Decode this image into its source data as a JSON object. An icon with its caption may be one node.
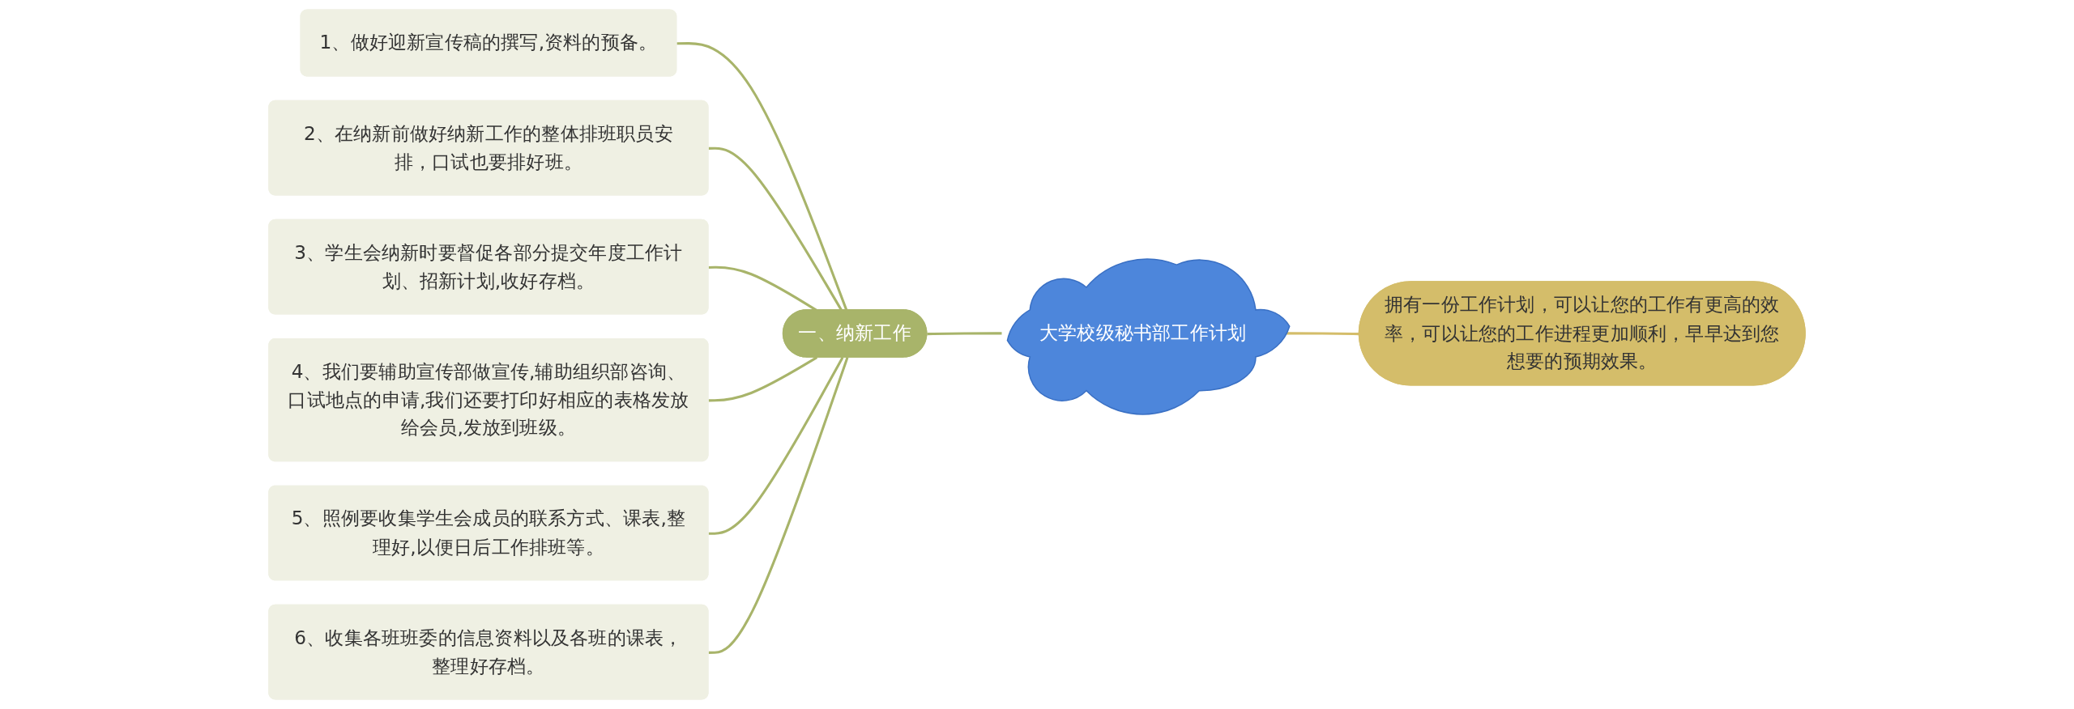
{
  "diagram": {
    "nodes": [
      {
        "text": [
          "大学校级秘书部工作计划"
        ]
      },
      {
        "text": [
          "一、纳新工作"
        ]
      },
      {
        "text": [
          "1、做好迎新宣传稿的撰写,资料的预备。"
        ]
      },
      {
        "text": [
          "2、在纳新前做好纳新工作的整体排班职员安排，口试也要排好班。"
        ]
      },
      {
        "text": [
          "3、学生会纳新时要督促各部分提交年度工作计划、招新计划,收好存档。"
        ]
      },
      {
        "text": [
          "4、我们要辅助宣传部做宣传,辅助组织部咨询、口试地点的申请,我们还要打印好相应的表格发放给会员,发放到班级。"
        ]
      },
      {
        "text": [
          "5、照例要收集学生会成员的联系方式、课表,整理好,以便日后工作排班等。"
        ]
      },
      {
        "text": [
          "6、收集各班班委的信息资料以及各班的课表，整理好存档。"
        ]
      },
      {
        "text": [
          "拥有一份工作计划，可以让您的工作有更高的效率，可以让您的工作进程更加顺利，早早达到您想要的预期效果。"
        ]
      }
    ],
    "edges": [
      {
        "from": 0,
        "to": 1,
        "arrow": "none"
      },
      {
        "from": 1,
        "to": 2,
        "arrow": "none"
      },
      {
        "from": 1,
        "to": 3,
        "arrow": "none"
      },
      {
        "from": 1,
        "to": 4,
        "arrow": "none"
      },
      {
        "from": 1,
        "to": 5,
        "arrow": "none"
      },
      {
        "from": 1,
        "to": 6,
        "arrow": "none"
      },
      {
        "from": 1,
        "to": 7,
        "arrow": "none"
      },
      {
        "from": 0,
        "to": 8,
        "arrow": "none",
        "color": "#d4bd6a"
      }
    ]
  }
}
